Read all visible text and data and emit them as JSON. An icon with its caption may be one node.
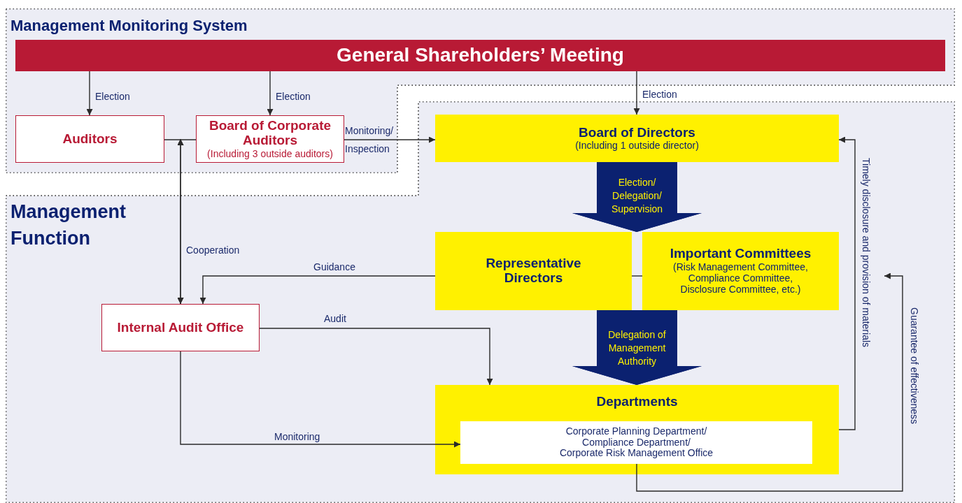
{
  "diagram": {
    "nodes": [
      {
        "text": [
          "Management Monitoring System"
        ]
      },
      {
        "text": [
          "General Shareholders’ Meeting"
        ],
        "in": 0
      },
      {
        "text": [
          "Auditors"
        ],
        "in": 0
      },
      {
        "text": [
          "Board of Corporate Auditors",
          "(Including 3 outside auditors)"
        ],
        "in": 0
      },
      {
        "text": [
          "Management Function"
        ]
      },
      {
        "text": [
          "Board of Directors",
          "(Including 1 outside director)"
        ],
        "in": 4
      },
      {
        "text": [
          "Representative Directors"
        ],
        "in": 4
      },
      {
        "text": [
          "Important Committees",
          "(Risk Management Committee, Compliance Committee, Disclosure Committee, etc.)"
        ],
        "in": 4
      },
      {
        "text": [
          "Internal Audit Office"
        ],
        "in": 4
      },
      {
        "text": [
          "Departments"
        ],
        "in": 4
      },
      {
        "text": [
          "Corporate Planning Department/ Compliance Department/ Corporate Risk Management Office"
        ],
        "in": 9
      }
    ],
    "edges": [
      {
        "from": 1,
        "to": 2,
        "arrow": "to",
        "label": "Election"
      },
      {
        "from": 1,
        "to": 3,
        "arrow": "to",
        "label": "Election"
      },
      {
        "from": 1,
        "to": 5,
        "arrow": "to",
        "label": "Election"
      },
      {
        "from": 3,
        "to": 5,
        "arrow": "to",
        "label": "Monitoring/ Inspection"
      },
      {
        "from": 2,
        "to": 3,
        "arrow": "none"
      },
      {
        "from": 8,
        "to": 2,
        "arrow": "both",
        "label": "Cooperation"
      },
      {
        "from": 8,
        "to": 3,
        "arrow": "both"
      },
      {
        "from": 6,
        "to": 8,
        "arrow": "to",
        "label": "Guidance"
      },
      {
        "from": 6,
        "to": 7,
        "arrow": "none"
      },
      {
        "from": 8,
        "to": 9,
        "arrow": "to",
        "label": "Audit"
      },
      {
        "from": 8,
        "to": 10,
        "arrow": "to",
        "label": "Monitoring"
      },
      {
        "from": 5,
        "to": 6,
        "arrow": "to",
        "style": "thick",
        "color": "#0b2170",
        "label": "Election/ Delegation/ Supervision"
      },
      {
        "from": 5,
        "to": 7,
        "arrow": "to",
        "style": "thick",
        "color": "#0b2170"
      },
      {
        "from": 6,
        "to": 9,
        "arrow": "to",
        "style": "thick",
        "color": "#0b2170",
        "label": "Delegation of Management Authority"
      },
      {
        "from": 7,
        "to": 9,
        "arrow": "to",
        "style": "thick",
        "color": "#0b2170"
      },
      {
        "from": 9,
        "to": 5,
        "arrow": "to",
        "label": "Timely disclosure and provision of materials"
      },
      {
        "from": 10,
        "to": null,
        "arrow": "to",
        "label": "Guarantee of effectiveness"
      }
    ]
  }
}
